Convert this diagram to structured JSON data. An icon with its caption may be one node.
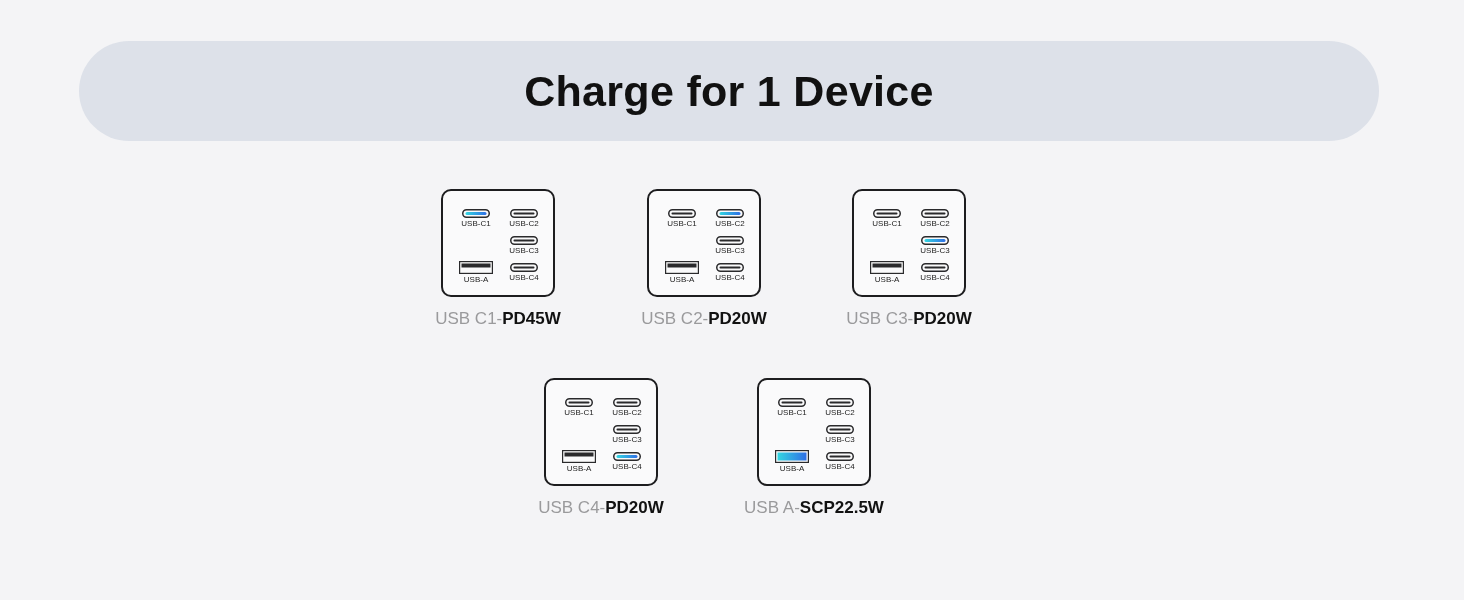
{
  "diagram": {
    "title": "Charge for 1 Device",
    "nodes": [
      {
        "text": [
          "USB-C1",
          "USB-C2",
          "USB-C3",
          "USB-A",
          "USB-C4"
        ],
        "beside": [
          "USB C1-**PD45W**"
        ]
      },
      {
        "text": [
          "USB-C1",
          "USB-C2",
          "USB-C3",
          "USB-A",
          "USB-C4"
        ],
        "beside": [
          "USB C2-**PD20W**"
        ]
      },
      {
        "text": [
          "USB-C1",
          "USB-C2",
          "USB-C3",
          "USB-A",
          "USB-C4"
        ],
        "beside": [
          "USB C3-**PD20W**"
        ]
      },
      {
        "text": [
          "USB-C1",
          "USB-C2",
          "USB-C3",
          "USB-A",
          "USB-C4"
        ],
        "beside": [
          "USB C4-**PD20W**"
        ]
      },
      {
        "text": [
          "USB-C1",
          "USB-C2",
          "USB-C3",
          "USB-A",
          "USB-C4"
        ],
        "beside": [
          "USB A-**SCP22.5W**"
        ]
      }
    ]
  }
}
